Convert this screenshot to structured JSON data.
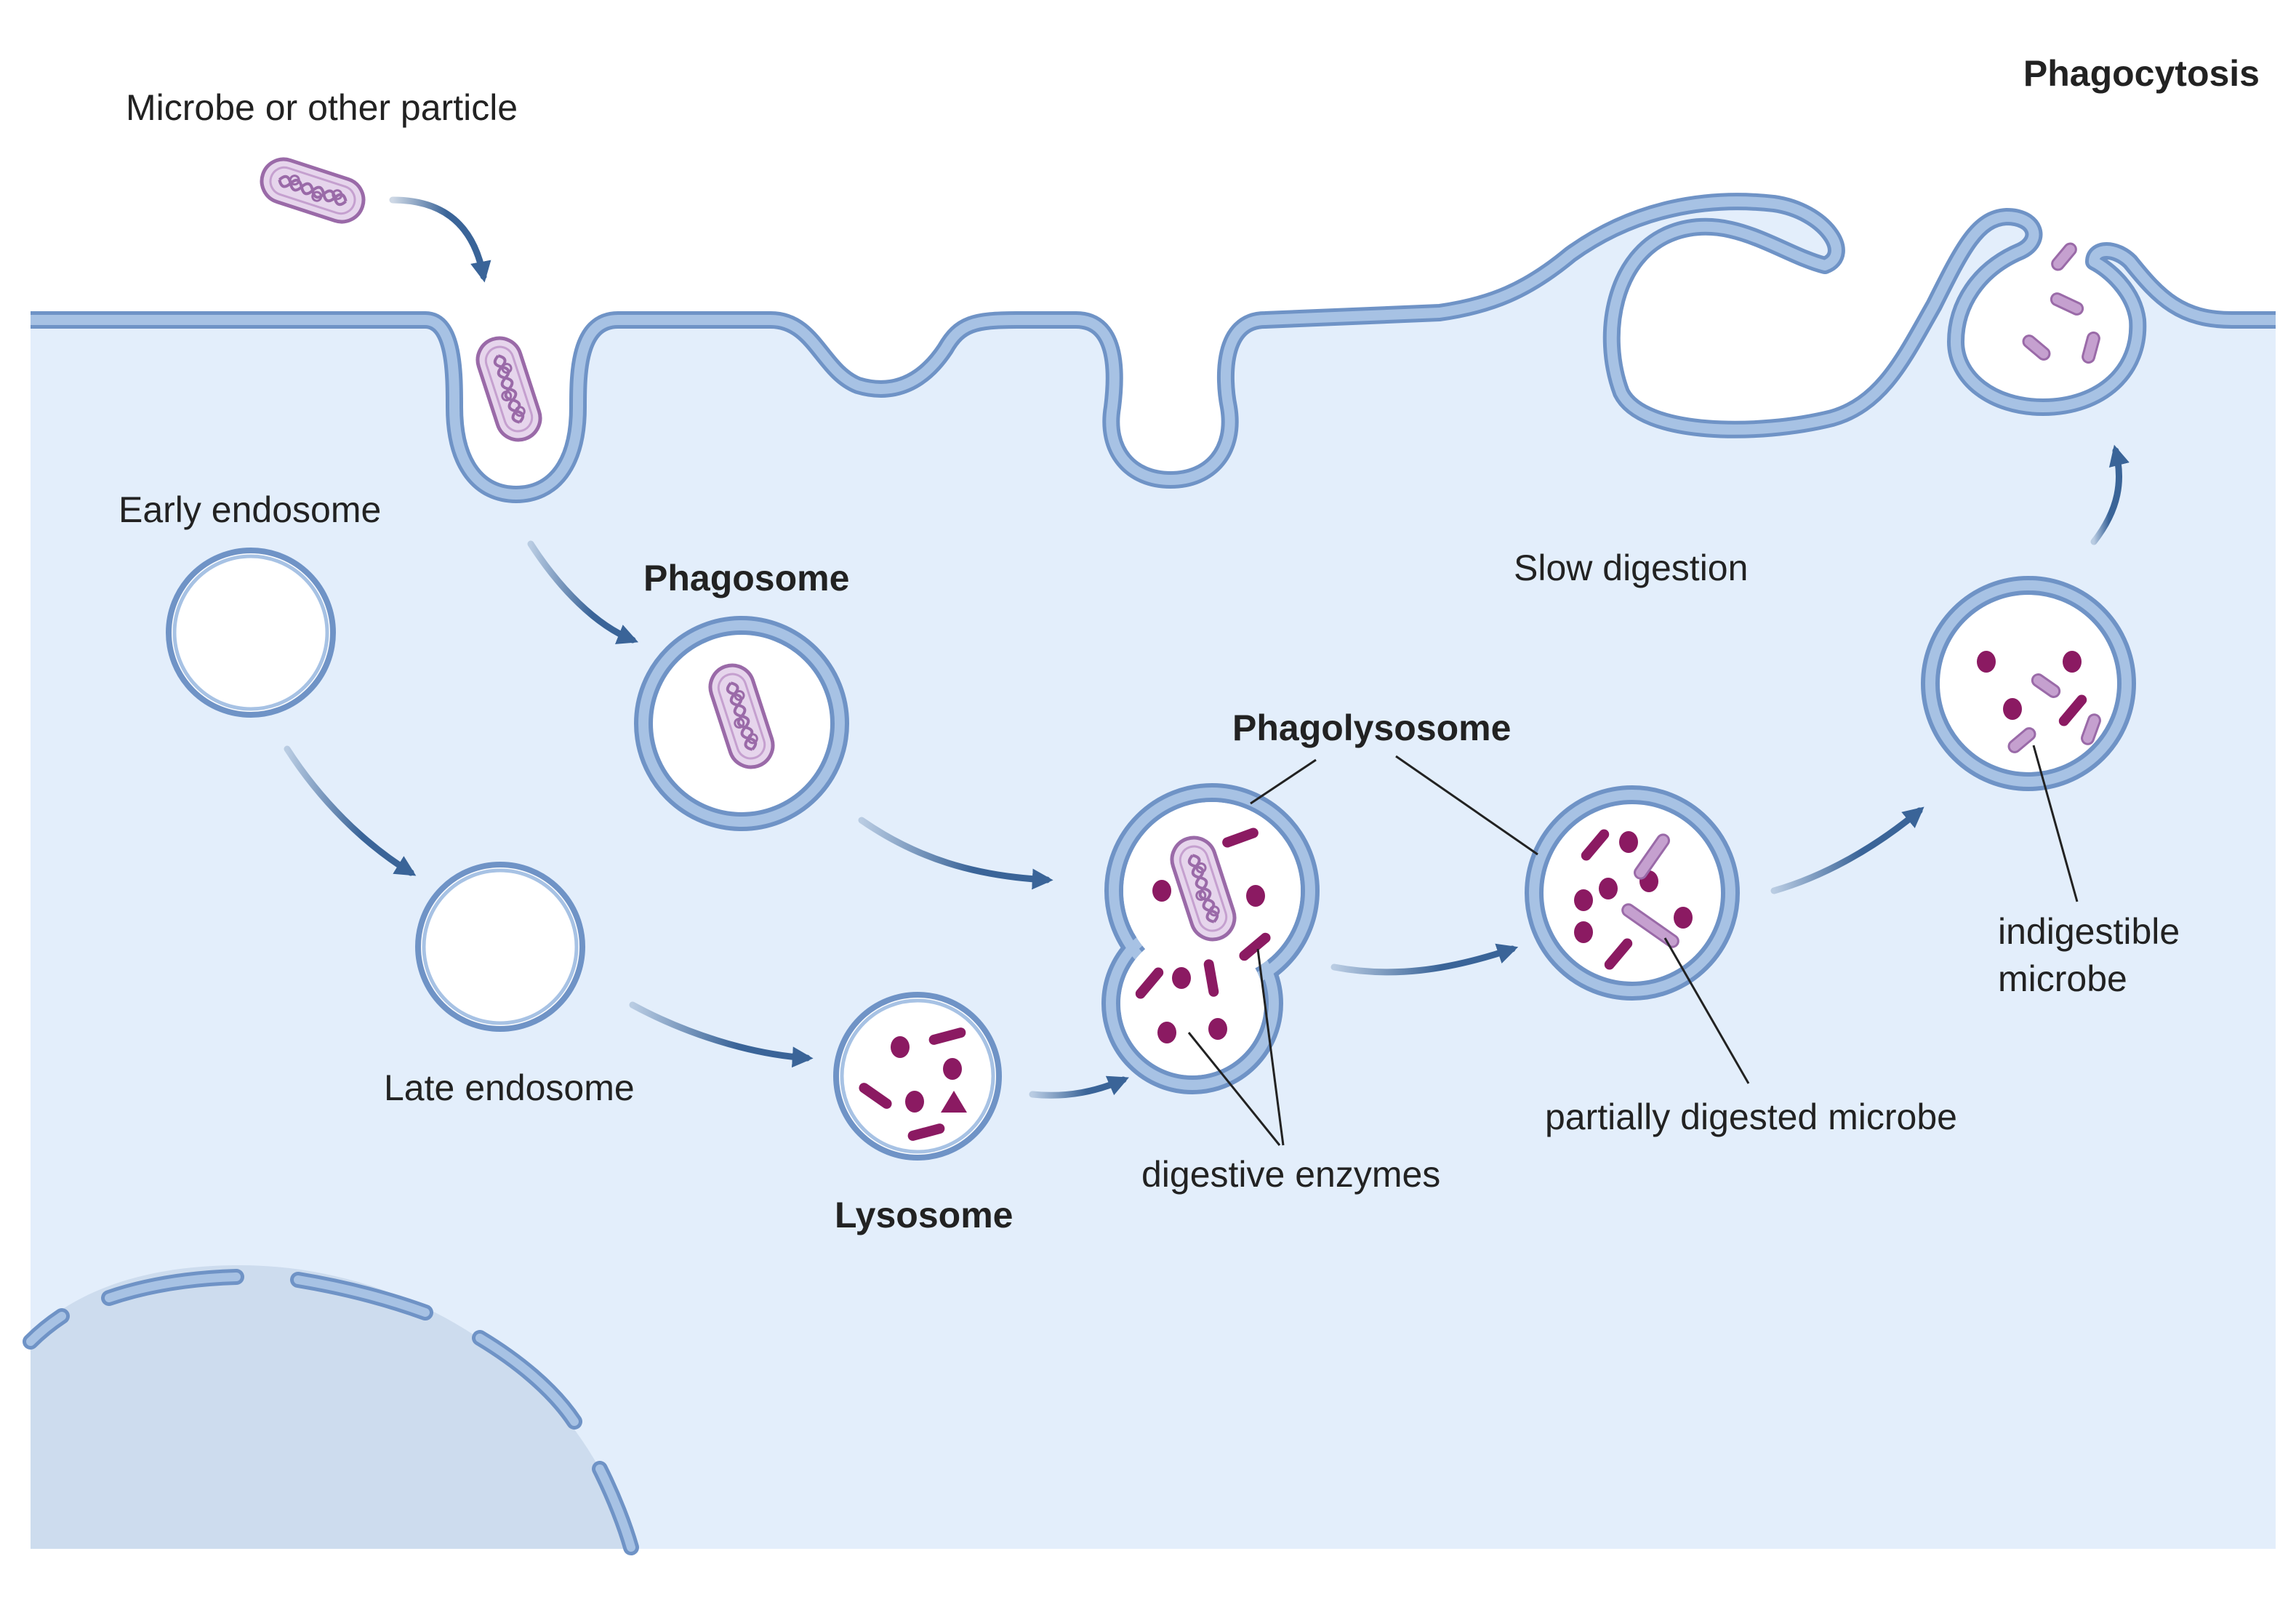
{
  "title": "Phagocytosis",
  "labels": {
    "microbe": "Microbe or other particle",
    "early_endosome": "Early endosome",
    "late_endosome": "Late endosome",
    "phagosome": "Phagosome",
    "lysosome": "Lysosome",
    "phagolysosome": "Phagolysosome",
    "digestive_enzymes": "digestive enzymes",
    "slow_digestion": "Slow digestion",
    "partially_digested": "partially digested microbe",
    "indigestible_1": "indigestible",
    "indigestible_2": "microbe"
  },
  "colors": {
    "cytoplasm": "#e3eefb",
    "membrane_fill": "#a7c2e4",
    "membrane_edge": "#6f93c6",
    "nucleus": "#cddcee",
    "arrow": "#3a6498",
    "enzyme": "#8b1a62",
    "microbe": "#c5a0cf",
    "microbe_edge": "#9a6aa8"
  },
  "icons": [
    "microbe-icon",
    "enzyme-icon",
    "arrow-icon"
  ]
}
